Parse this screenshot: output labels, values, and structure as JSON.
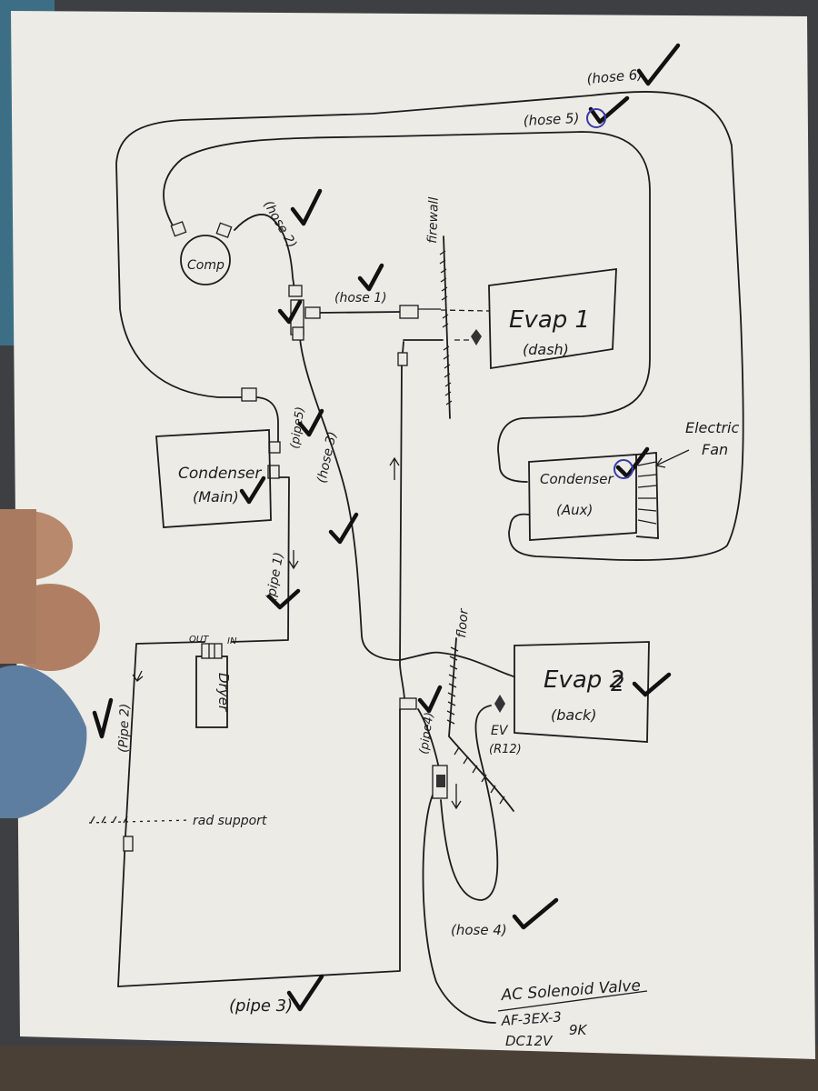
{
  "colors": {
    "paper": "#ecebe6",
    "ink": "#1c1c1c",
    "background": "#3f4143",
    "blue_ink": "#3a3aa8"
  },
  "diagram": {
    "components": {
      "comp": "Comp",
      "evap1_name": "Evap 1",
      "evap1_sub": "(dash)",
      "evap2_name": "Evap 2",
      "evap2_sub": "(back)",
      "cond_main_name": "Condenser",
      "cond_main_sub": "(Main)",
      "cond_aux_name": "Condenser",
      "cond_aux_sub": "(Aux)",
      "dryer": "Dryer",
      "dryer_out": "OUT",
      "dryer_in": "IN",
      "ev_label": "EV",
      "ev_sub": "(R12)",
      "electric_fan_line1": "Electric",
      "electric_fan_line2": "Fan"
    },
    "labels": {
      "firewall": "firewall",
      "floor": "floor",
      "rad_support": "rad support",
      "hose1": "(hose 1)",
      "hose2": "(hose 2)",
      "hose3": "(hose 3)",
      "hose4": "(hose 4)",
      "hose5": "(hose 5)",
      "hose6": "(hose 6)",
      "pipe1": "(pipe 1)",
      "pipe2": "(Pipe 2)",
      "pipe3": "(pipe 3)",
      "pipe4": "(pipe4)",
      "pipe5": "(pipe5)"
    },
    "note": {
      "line1": "AC Solenoid Valve",
      "line2": "AF-3EX-3",
      "line3": "DC12V",
      "line4": "9K"
    }
  }
}
